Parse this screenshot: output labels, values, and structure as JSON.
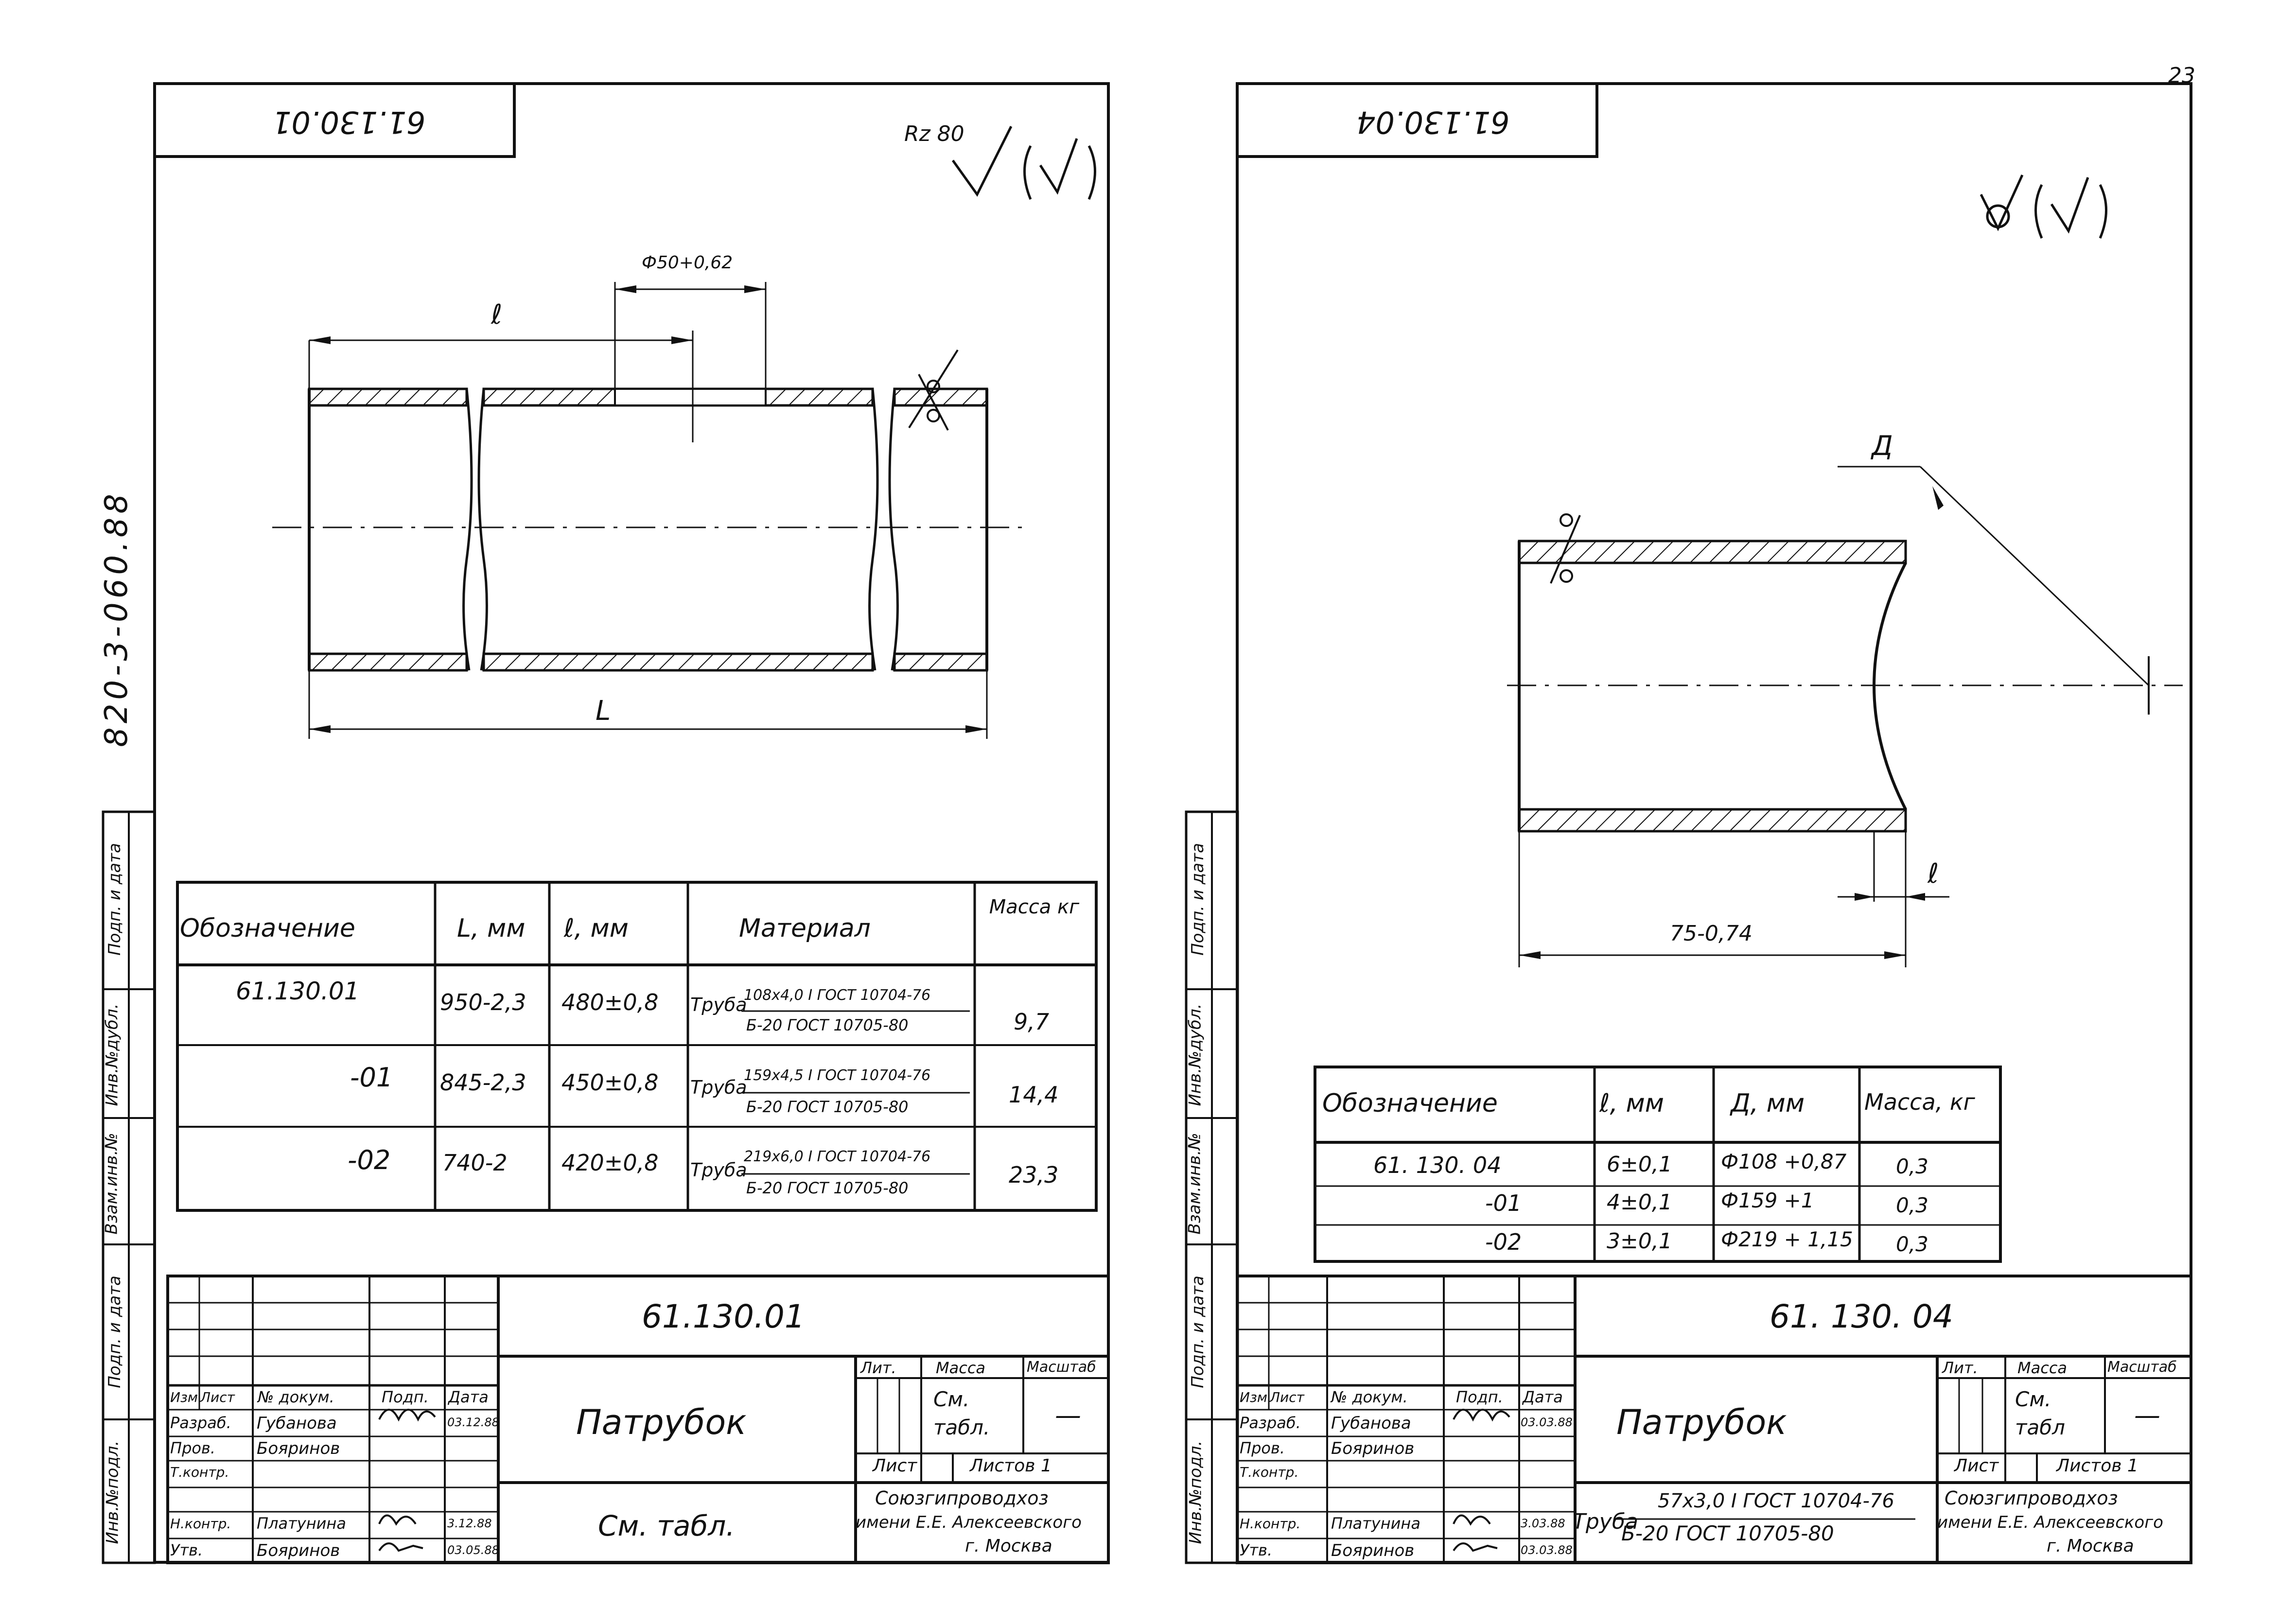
{
  "page_number": "23",
  "side_code": "820-3-060.88",
  "side_labels": [
    "Подп. и дата",
    "Инв.№дубл.",
    "Взам.инв.№",
    "Подп. и дата",
    "Инв.№подл."
  ],
  "sheet1": {
    "tab_code": "61.130.01",
    "roughness_label": "Rz 80",
    "dim_diameter": "Ф50+0,62",
    "dim_l": "ℓ",
    "dim_L": "L",
    "table": {
      "headers": [
        "Обозначение",
        "L, мм",
        "ℓ, мм",
        "Материал",
        "Масса кг"
      ],
      "rows": [
        {
          "designation": "61.130.01",
          "L": "950-2,3",
          "l": "480±0,8",
          "pipe": "Труба",
          "mat_top": "108х4,0 I ГОСТ 10704-76",
          "mat_bottom": "Б-20 ГОСТ 10705-80",
          "mass": "9,7"
        },
        {
          "designation": "-01",
          "L": "845-2,3",
          "l": "450±0,8",
          "pipe": "Труба",
          "mat_top": "159х4,5 I ГОСТ 10704-76",
          "mat_bottom": "Б-20 ГОСТ 10705-80",
          "mass": "14,4"
        },
        {
          "designation": "-02",
          "L": "740-2",
          "l": "420±0,8",
          "pipe": "Труба",
          "mat_top": "219х6,0 I ГОСТ 10704-76",
          "mat_bottom": "Б-20 ГОСТ 10705-80",
          "mass": "23,3"
        }
      ]
    },
    "title_block": {
      "code": "61.130.01",
      "name": "Патрубок",
      "material": "См. табл.",
      "headers": [
        "Изм",
        "Лист",
        "№ докум.",
        "Подп.",
        "Дата"
      ],
      "roles": [
        {
          "role": "Разраб.",
          "name": "Губанова",
          "date": "03.12.88"
        },
        {
          "role": "Пров.",
          "name": "Бояринов",
          "date": ""
        },
        {
          "role": "Т.контр.",
          "name": "",
          "date": ""
        },
        {
          "role": "Н.контр.",
          "name": "Платунина",
          "date": "3.12.88"
        },
        {
          "role": "Утв.",
          "name": "Бояринов",
          "date": "03.05.88"
        }
      ],
      "lit_label": "Лит.",
      "mass_label": "Масса",
      "scale_label": "Масштаб",
      "mass_value": "См. табл.",
      "scale_value": "—",
      "sheet_label": "Лист",
      "sheets_label": "Листов 1",
      "org": [
        "Союзгипроводхоз",
        "имени Е.Е. Алексеевского",
        "г. Москва"
      ]
    }
  },
  "sheet2": {
    "tab_code": "61.130.04",
    "dim_D": "Д",
    "dim_l": "ℓ",
    "dim_75": "75-0,74",
    "table": {
      "headers": [
        "Обозначение",
        "ℓ, мм",
        "Д, мм",
        "Масса, кг"
      ],
      "rows": [
        {
          "designation": "61. 130. 04",
          "l": "6±0,1",
          "D": "Ф108 +0,87",
          "mass": "0,3"
        },
        {
          "designation": "-01",
          "l": "4±0,1",
          "D": "Ф159 +1",
          "mass": "0,3"
        },
        {
          "designation": "-02",
          "l": "3±0,1",
          "D": "Ф219 + 1,15",
          "mass": "0,3"
        }
      ]
    },
    "title_block": {
      "code": "61. 130. 04",
      "name": "Патрубок",
      "pipe": "Труба",
      "mat_top": "57х3,0 I ГОСТ 10704-76",
      "mat_bottom": "Б-20 ГОСТ 10705-80",
      "headers": [
        "Изм",
        "Лист",
        "№ докум.",
        "Подп.",
        "Дата"
      ],
      "roles": [
        {
          "role": "Разраб.",
          "name": "Губанова",
          "date": "03.03.88"
        },
        {
          "role": "Пров.",
          "name": "Бояринов",
          "date": ""
        },
        {
          "role": "Т.контр.",
          "name": "",
          "date": ""
        },
        {
          "role": "Н.контр.",
          "name": "Платунина",
          "date": "3.03.88"
        },
        {
          "role": "Утв.",
          "name": "Бояринов",
          "date": "03.03.88"
        }
      ],
      "lit_label": "Лит.",
      "mass_label": "Масса",
      "scale_label": "Масштаб",
      "mass_value": "См. табл",
      "scale_value": "—",
      "sheet_label": "Лист",
      "sheets_label": "Листов 1",
      "org": [
        "Союзгипроводхоз",
        "имени Е.Е. Алексеевского",
        "г. Москва"
      ]
    }
  }
}
